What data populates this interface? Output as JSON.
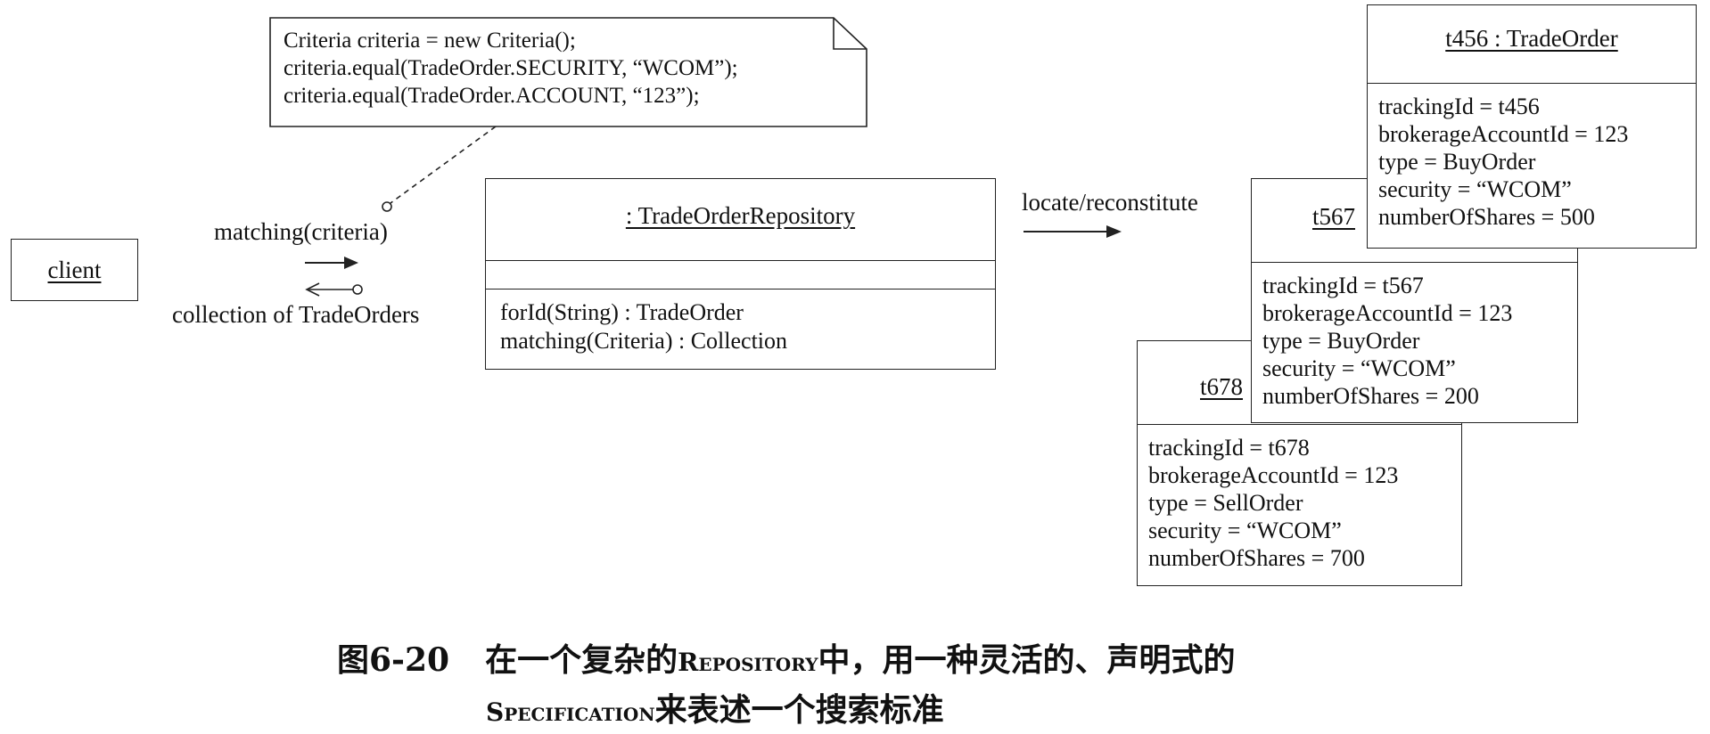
{
  "note": {
    "lines": [
      "Criteria criteria = new Criteria();",
      "criteria.equal(TradeOrder.SECURITY, “WCOM”);",
      "criteria.equal(TradeOrder.ACCOUNT, “123”);"
    ]
  },
  "client": {
    "label": "client"
  },
  "messages": {
    "request": "matching(criteria)",
    "response": "collection of TradeOrders",
    "locate": "locate/reconstitute"
  },
  "repository": {
    "name": ": TradeOrderRepository",
    "operations": [
      "forId(String) : TradeOrder",
      "matching(Criteria) : Collection"
    ]
  },
  "orders": [
    {
      "title": "t456 : TradeOrder",
      "attributes": [
        "trackingId = t456",
        "brokerageAccountId = 123",
        "type = BuyOrder",
        "security = “WCOM”",
        "numberOfShares = 500"
      ]
    },
    {
      "title": "t567",
      "attributes": [
        "trackingId = t567",
        "brokerageAccountId = 123",
        "type = BuyOrder",
        "security = “WCOM”",
        "numberOfShares = 200"
      ]
    },
    {
      "title": "t678",
      "attributes": [
        "trackingId = t678",
        "brokerageAccountId = 123",
        "type = SellOrder",
        "security = “WCOM”",
        "numberOfShares = 700"
      ]
    }
  ],
  "caption": {
    "figure": "图6-20",
    "line1_prefix": "在一个复杂的",
    "line1_sc": "Repository",
    "line1_suffix": "中，用一种灵活的、声明式的",
    "line2_sc": "Specification",
    "line2_suffix": "来表述一个搜索标准"
  }
}
